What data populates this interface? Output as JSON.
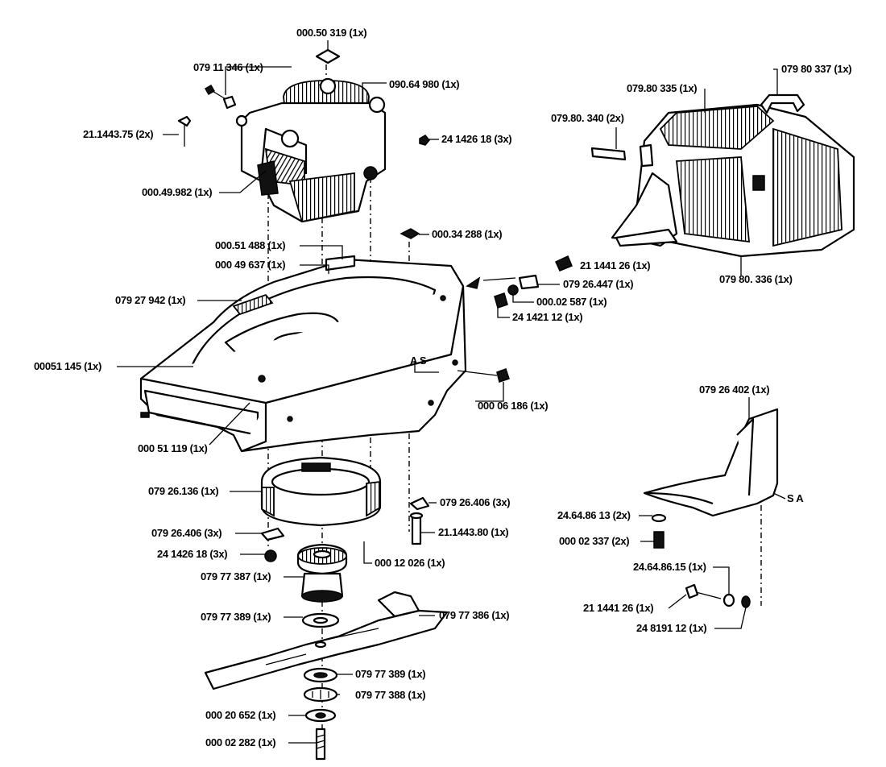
{
  "diagram": {
    "labels": {
      "p00050319": "000.50 319  (1x)",
      "p07911346": "079 11 346  (1x)",
      "p09064980": "090.64 980  (1x)",
      "p21144375": "21.1443.75  (2x)",
      "p24142618a": "24 1426 18  (3x)",
      "p00049982": "000.49.982  (1x)",
      "p00034288": "000.34 288  (1x)",
      "p00051488": "000.51 488  (1x)",
      "p00049637": "000 49 637  (1x)",
      "p07927942": "079 27 942  (1x)",
      "p00051145": "00051 145  (1x)",
      "p00051119": "000 51 119  (1x)",
      "p21144126a": "21 1441 26  (1x)",
      "p07926447": "079 26.447  (1x)",
      "p00002587": "000.02 587  (1x)",
      "p24142112": "24 1421 12  (1x)",
      "p00006186": "000 06 186  (1x)",
      "pAS": "A S",
      "p07980337": "079 80 337  (1x)",
      "p07980335": "079.80 335  (1x)",
      "p07980340": "079.80. 340  (2x)",
      "p07980336": "079 80. 336  (1x)",
      "p07926136": "079 26.136  (1x)",
      "p07926406a": "079 26.406  (3x)",
      "p07926406b": "079 26.406  (3x)",
      "p24142618b": "24 1426 18  (3x)",
      "p21144380": "21.1443.80  (1x)",
      "p00012026": "000 12 026  (1x)",
      "p07977387": "079 77 387  (1x)",
      "p07977389a": "079 77 389  (1x)",
      "p07977386": "079 77 386  (1x)",
      "p07977389b": "079 77 389  (1x)",
      "p07977388": "079 77 388  (1x)",
      "p00020652": "000 20 652  (1x)",
      "p00002282": "000 02 282  (1x)",
      "p07926402": "079 26 402  (1x)",
      "pSA": "S A",
      "p24648613": "24.64.86 13  (2x)",
      "p00002337": "000 02 337  (2x)",
      "p24648615": "24.64.86.15  (1x)",
      "p21144126b": "21 1441 26  (1x)",
      "p24819112": "24 8191 12  (1x)"
    }
  }
}
